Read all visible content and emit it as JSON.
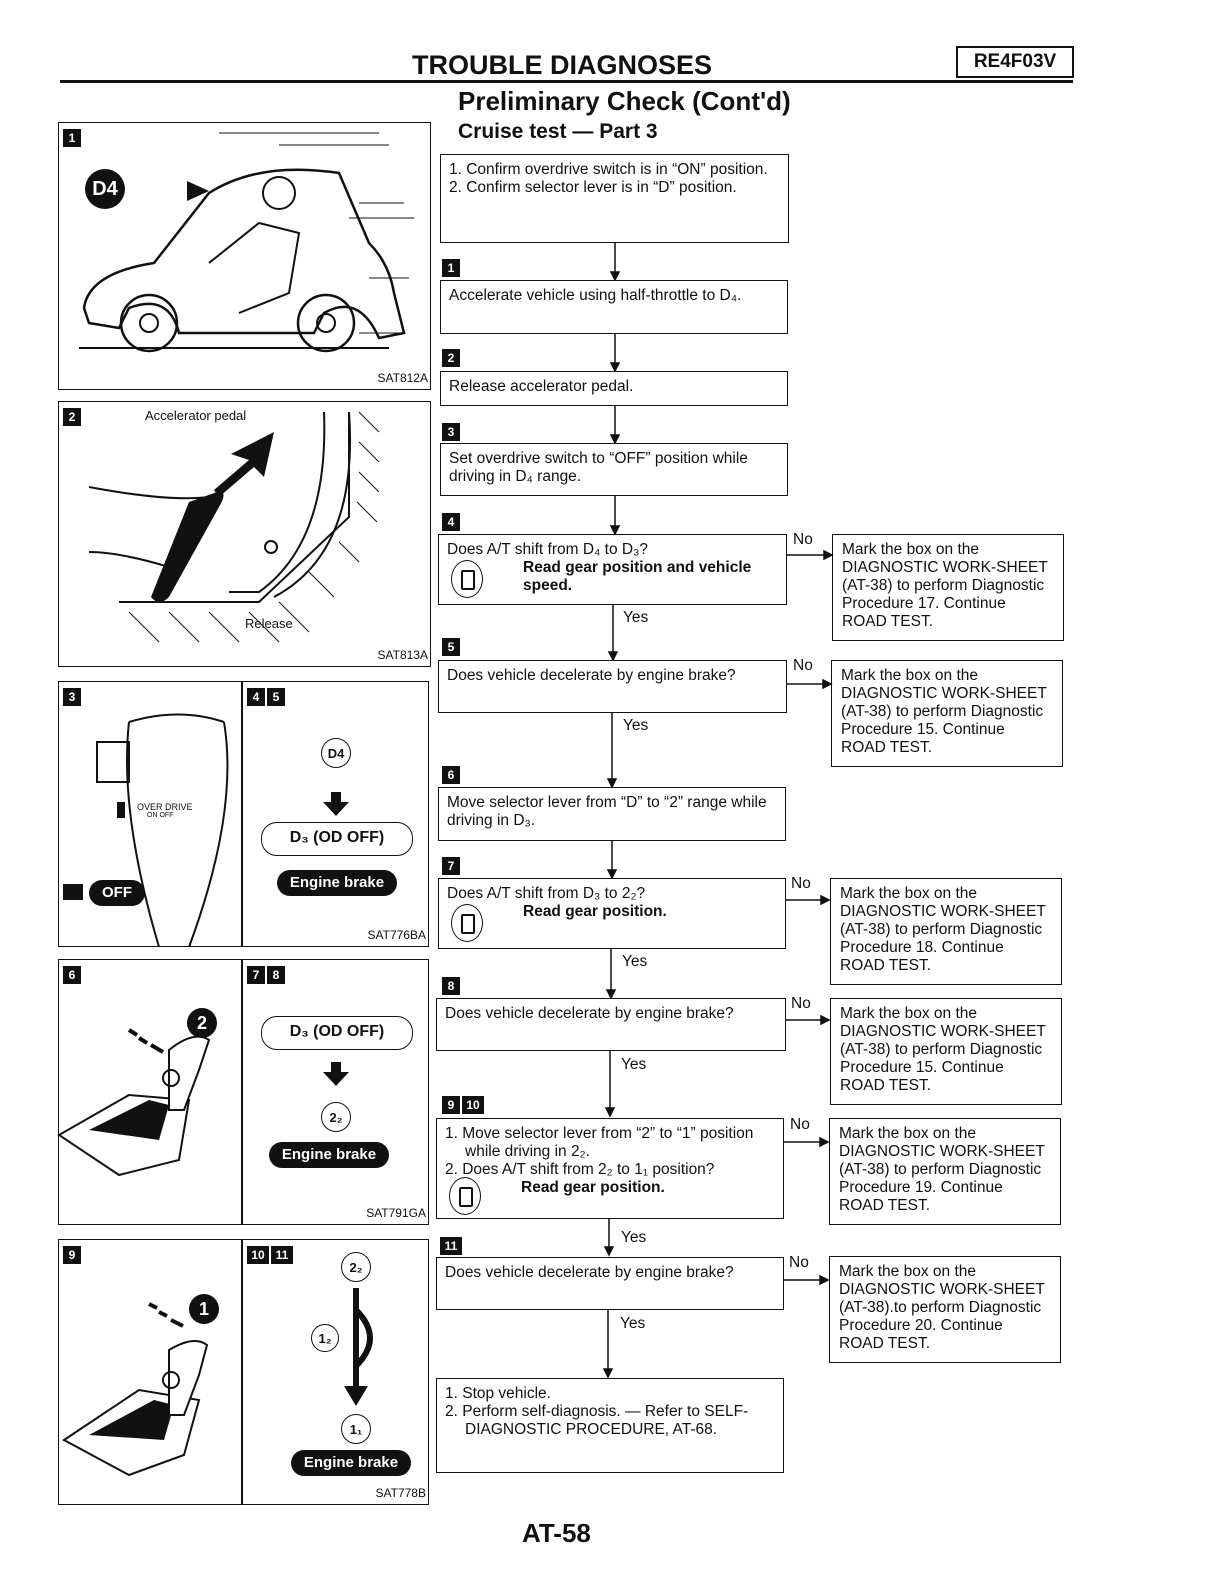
{
  "header": {
    "title": "TROUBLE DIAGNOSES",
    "badge": "RE4F03V"
  },
  "page": {
    "subtitle": "Preliminary Check (Cont'd)",
    "section": "Cruise test — Part 3",
    "number": "AT-58"
  },
  "flow": {
    "start": [
      "1. Confirm overdrive switch is in “ON” position.",
      "2. Confirm selector lever is in “D” position."
    ],
    "s1": "Accelerate vehicle using half-throttle to D₄.",
    "s2": "Release accelerator pedal.",
    "s3": "Set overdrive switch to “OFF” position while driving in D₄ range.",
    "q4": "Does A/T shift from D₄ to D₃?",
    "q4_bold": "Read gear position and vehicle speed.",
    "q5": "Does vehicle decelerate by engine brake?",
    "s6": "Move selector lever from “D” to “2” range while driving in D₃.",
    "q7": "Does A/T shift from D₃ to 2₂?",
    "q7_bold": "Read gear position.",
    "q8": "Does vehicle decelerate by engine brake?",
    "q910": [
      "1. Move selector lever from “2” to “1” position while driving in 2₂.",
      "2. Does A/T shift from 2₂ to 1₁ position?"
    ],
    "q910_bold": "Read gear position.",
    "q11": "Does vehicle decelerate by engine brake?",
    "end": [
      "1. Stop vehicle.",
      "2. Perform self-diagnosis. — Refer to SELF-DIAGNOSTIC PROCEDURE, AT-68."
    ],
    "yes": "Yes",
    "no": "No",
    "labels": [
      "1",
      "2",
      "3",
      "4",
      "5",
      "6",
      "7",
      "8",
      "9",
      "10",
      "11"
    ]
  },
  "notes": [
    "Mark the box on the DIAGNOSTIC WORK-SHEET (AT-38) to perform Diagnostic Procedure 17. Continue ROAD TEST.",
    "Mark the box on the DIAGNOSTIC WORK-SHEET (AT-38) to perform Diagnostic Procedure 15. Continue ROAD TEST.",
    "Mark the box on the DIAGNOSTIC WORK-SHEET (AT-38) to perform Diagnostic Procedure 18. Continue ROAD TEST.",
    "Mark the box on the DIAGNOSTIC WORK-SHEET (AT-38) to perform Diagnostic Procedure 15. Continue ROAD TEST.",
    "Mark the box on the DIAGNOSTIC WORK-SHEET (AT-38) to perform Diagnostic Procedure 19. Continue ROAD TEST.",
    "Mark the box on the DIAGNOSTIC WORK-SHEET (AT-38).to perform Diagnostic Procedure 20. Continue ROAD TEST."
  ],
  "figures": {
    "f1": {
      "num": "1",
      "badge": "D4",
      "code": "SAT812A"
    },
    "f2": {
      "num": "2",
      "label": "Accelerator pedal",
      "release": "Release",
      "code": "SAT813A"
    },
    "f3": {
      "num": "3",
      "num2": "4",
      "num3": "5",
      "od_label": "OVER DRIVE",
      "od_sub": "ON  OFF",
      "off": "OFF",
      "d4": "D4",
      "d3": "D₃ (OD OFF)",
      "eb": "Engine brake",
      "code": "SAT776BA"
    },
    "f4": {
      "num": "6",
      "num2": "7",
      "num3": "8",
      "step": "2",
      "d3": "D₃ (OD OFF)",
      "two2": "2₂",
      "eb": "Engine brake",
      "code": "SAT791GA"
    },
    "f5": {
      "num": "9",
      "num2": "10",
      "num3": "11",
      "step": "1",
      "two2": "2₂",
      "one2": "1₂",
      "one1": "1₁",
      "eb": "Engine brake",
      "code": "SAT778B"
    }
  }
}
